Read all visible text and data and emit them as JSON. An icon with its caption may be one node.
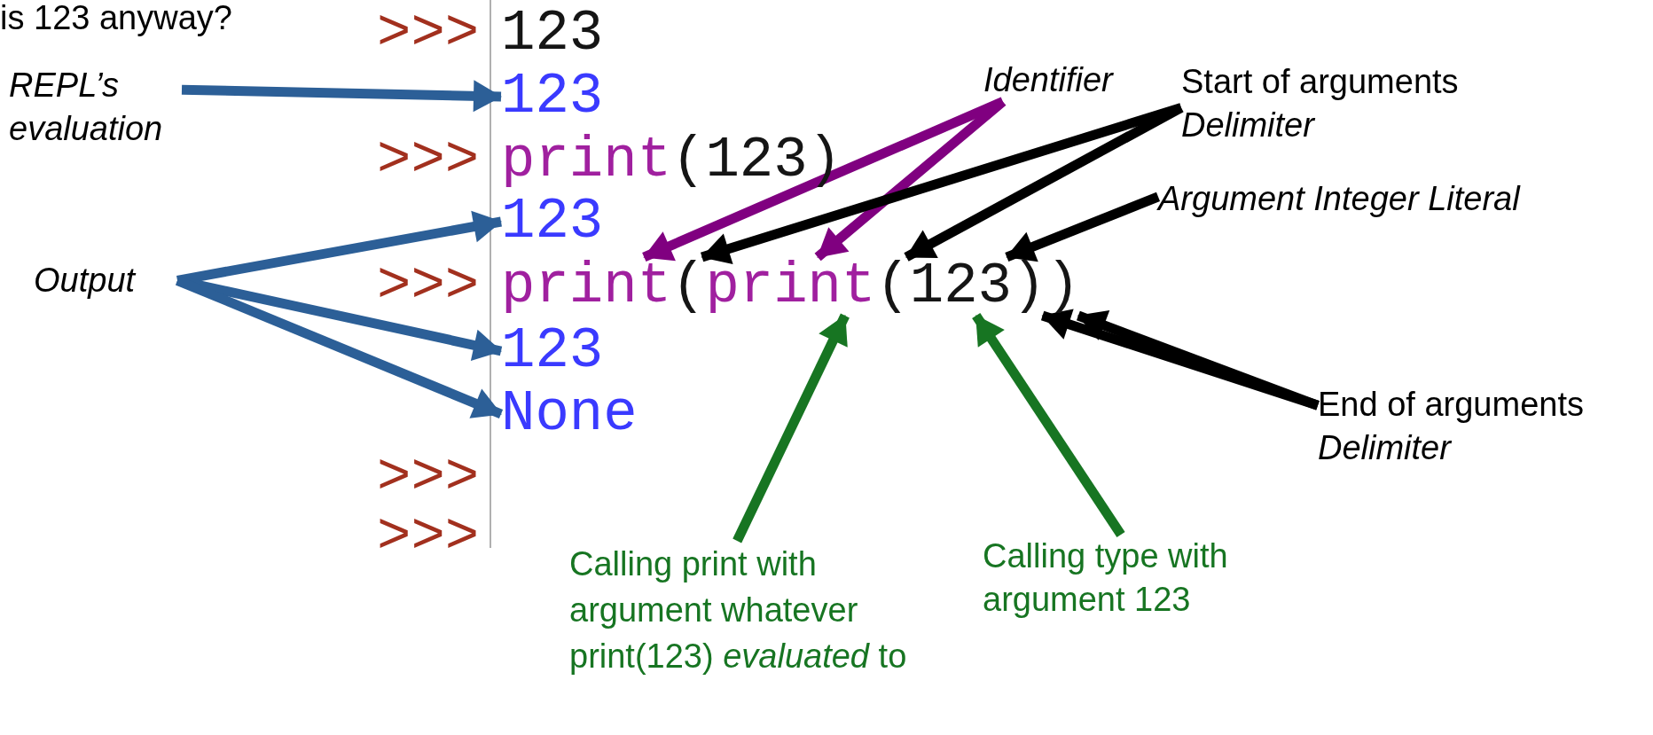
{
  "diagram": {
    "nodes": [
      {
        "text": [
          "REPL’s evaluation"
        ]
      },
      {
        "text": [
          "123"
        ]
      },
      {
        "text": [
          "Output"
        ]
      },
      {
        "text": [
          "123"
        ]
      },
      {
        "text": [
          "123"
        ]
      },
      {
        "text": [
          "None"
        ]
      },
      {
        "text": [
          "Identifier"
        ]
      },
      {
        "text": [
          "Start of arguments",
          "Delimiter"
        ]
      },
      {
        "text": [
          "Argument Integer Literal"
        ]
      },
      {
        "text": [
          "print"
        ]
      },
      {
        "text": [
          "("
        ]
      },
      {
        "text": [
          "print"
        ]
      },
      {
        "text": [
          "("
        ]
      },
      {
        "text": [
          "123"
        ]
      },
      {
        "text": [
          ")"
        ]
      },
      {
        "text": [
          ")"
        ]
      },
      {
        "text": [
          "End of arguments",
          "Delimiter"
        ]
      },
      {
        "text": [
          "Calling print with argument whatever print(123) *evaluated* to"
        ]
      },
      {
        "text": [
          "Calling type with argument 123"
        ]
      }
    ],
    "edges": [
      {
        "from": 0,
        "to": 1,
        "arrow": "to",
        "color": "#2c5f97"
      },
      {
        "from": 2,
        "to": 3,
        "arrow": "to",
        "color": "#2c5f97"
      },
      {
        "from": 2,
        "to": 4,
        "arrow": "to",
        "color": "#2c5f97"
      },
      {
        "from": 2,
        "to": 5,
        "arrow": "to",
        "color": "#2c5f97"
      },
      {
        "from": 6,
        "to": 9,
        "arrow": "to",
        "color": "#800080"
      },
      {
        "from": 6,
        "to": 11,
        "arrow": "to",
        "color": "#800080"
      },
      {
        "from": 7,
        "to": 10,
        "arrow": "to"
      },
      {
        "from": 7,
        "to": 12,
        "arrow": "to"
      },
      {
        "from": 8,
        "to": 13,
        "arrow": "to"
      },
      {
        "from": 16,
        "to": 14,
        "arrow": "to"
      },
      {
        "from": 16,
        "to": 15,
        "arrow": "to"
      },
      {
        "from": 17,
        "to": 11,
        "arrow": "to",
        "color": "#177522"
      },
      {
        "from": 18,
        "to": 13,
        "arrow": "to",
        "color": "#177522"
      }
    ],
    "labels": [
      "is 123 anyway?",
      ">>>",
      "123",
      ">>>",
      "print",
      "(123)",
      ">>>",
      ">>>",
      ">>>"
    ]
  }
}
